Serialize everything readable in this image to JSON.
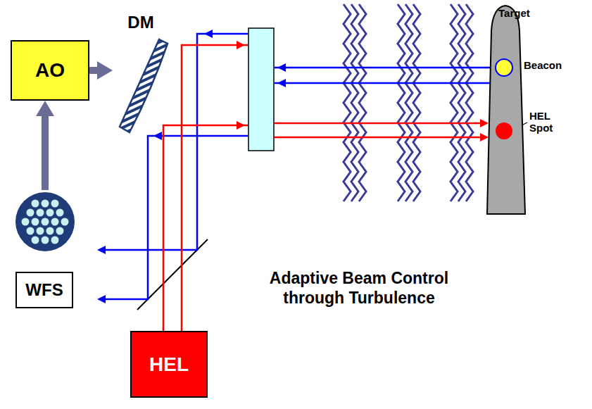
{
  "diagram": {
    "title": "Adaptive Beam Control through Turbulence",
    "nodes": [
      {
        "text": [
          "AO"
        ]
      },
      {
        "text": [
          "DM"
        ]
      },
      {
        "text": [
          "WFS"
        ]
      },
      {
        "text": [
          "HEL"
        ]
      },
      {
        "text": [
          "Target"
        ]
      }
    ],
    "edges": [
      {
        "from": 2,
        "to": 0,
        "arrow": "to"
      },
      {
        "from": 0,
        "to": 1,
        "arrow": "to"
      }
    ],
    "labels": [
      "Beacon",
      "HEL Spot"
    ]
  }
}
